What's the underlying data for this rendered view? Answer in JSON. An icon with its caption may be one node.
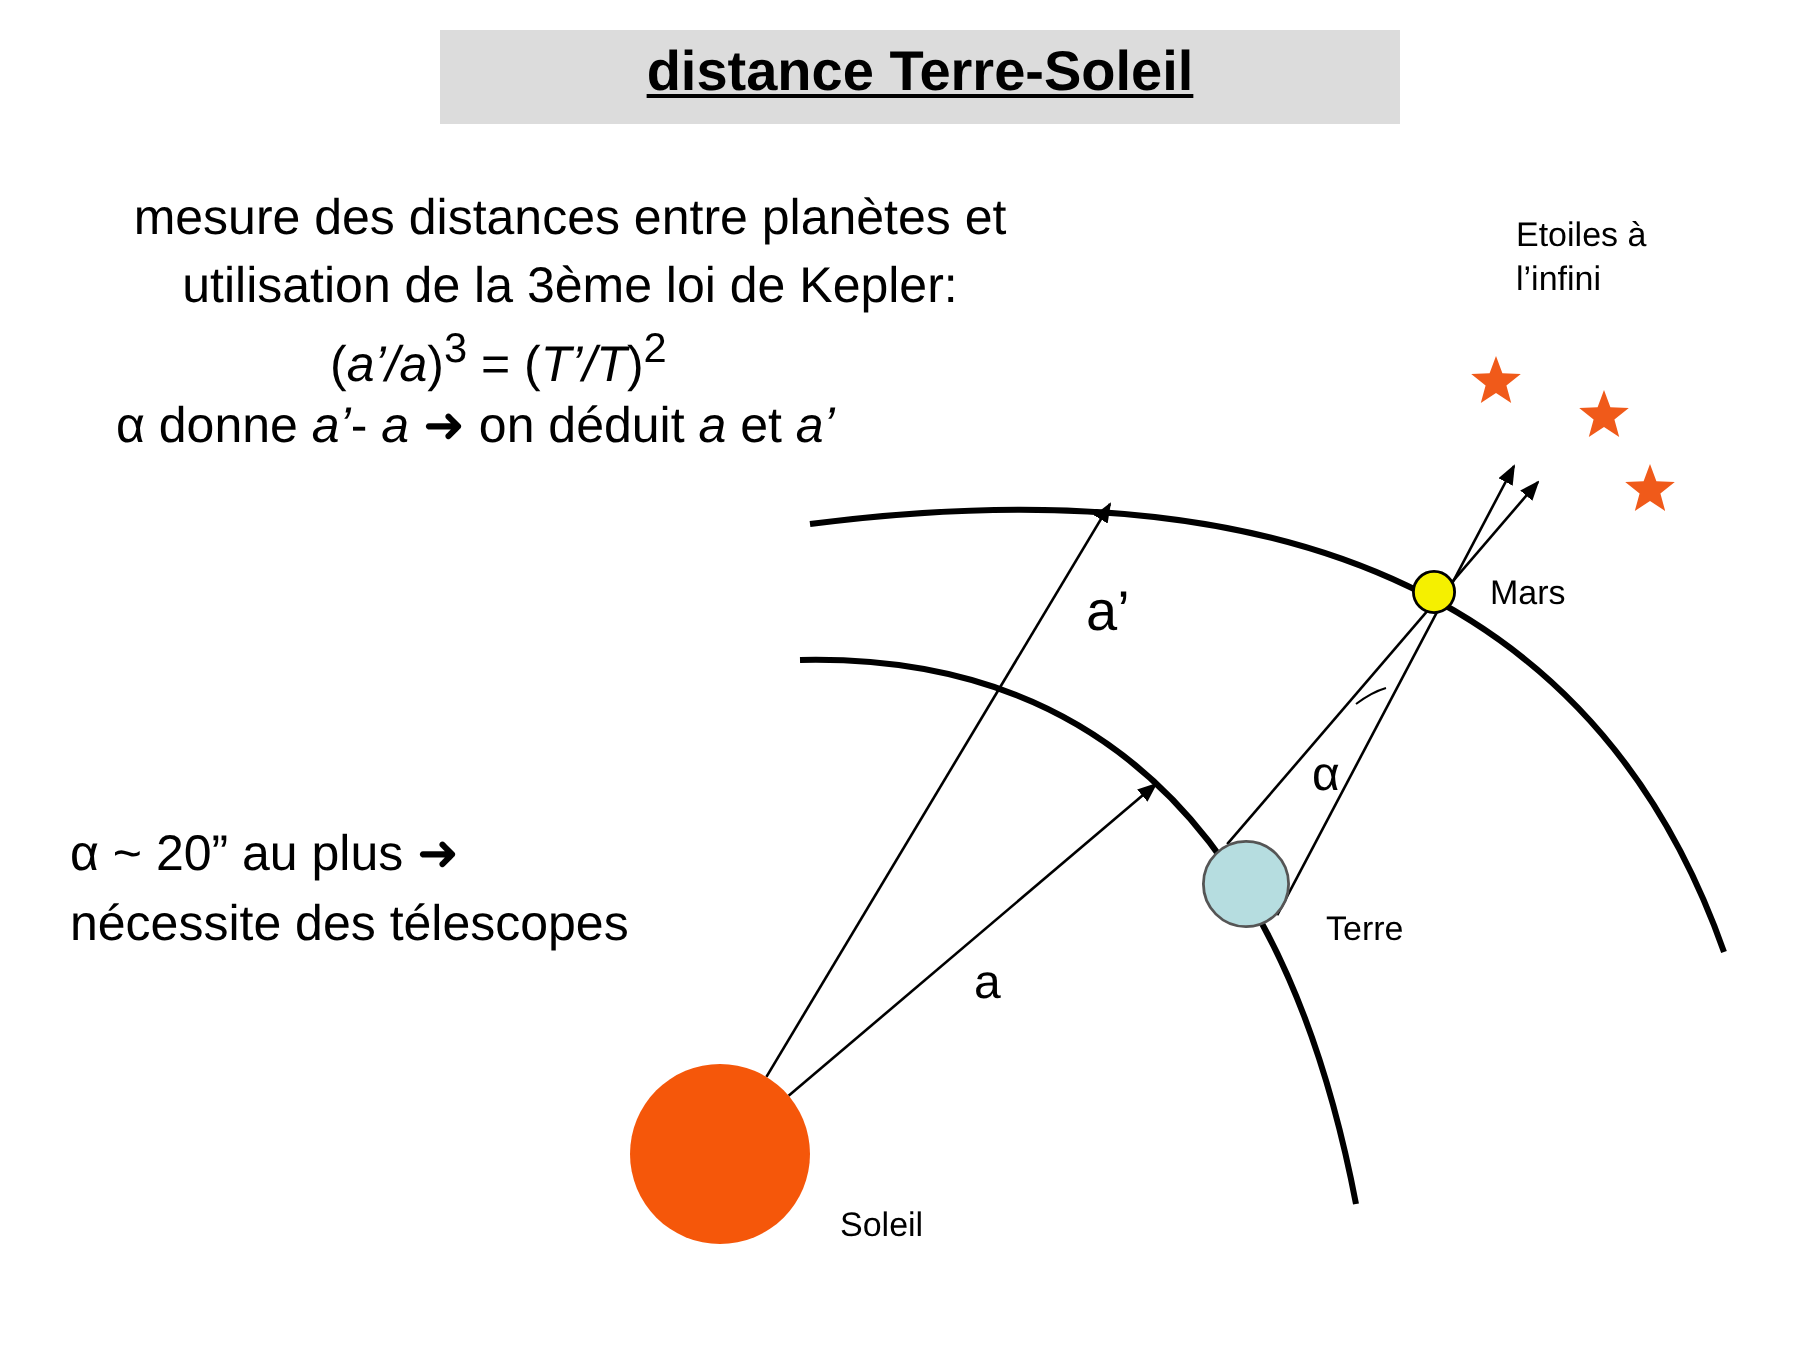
{
  "diagram": {
    "title": "distance Terre-Soleil",
    "nodes": [
      {
        "text": [],
        "shape": "circle",
        "beside": [
          "Soleil"
        ]
      },
      {
        "text": [],
        "shape": "circle",
        "beside": [
          "Terre"
        ]
      },
      {
        "text": [],
        "shape": "circle",
        "beside": [
          "Mars"
        ]
      }
    ],
    "edges": [
      {
        "from": 0,
        "to": null,
        "arrow": "to",
        "label": "a’"
      },
      {
        "from": 0,
        "to": null,
        "arrow": "to",
        "label": "a"
      },
      {
        "from": 1,
        "to": null,
        "arrow": "to"
      },
      {
        "from": 1,
        "to": null,
        "arrow": "to"
      }
    ],
    "labels": [
      "mesure des distances entre planètes et utilisation de la 3ème loi de Kepler:",
      "(*a’/a*)$^{3}$ = (*T’/T*)$^{2}$",
      "α donne *a’*- *a* ➜ on déduit *a* et *a’*",
      "Etoiles à l’infini",
      "α",
      "α ~ 20” au plus ➜ nécessite des télescopes"
    ]
  }
}
